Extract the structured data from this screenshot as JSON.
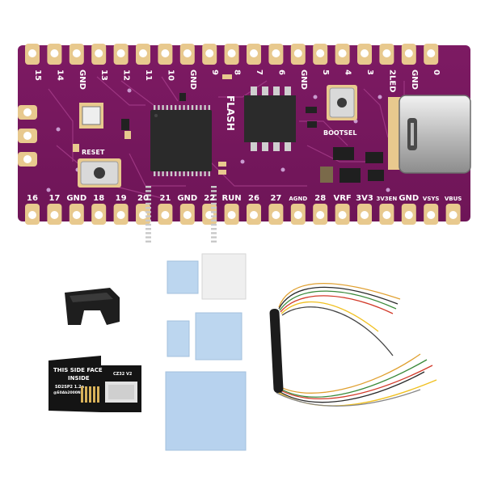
{
  "board": {
    "top_pins": [
      "15",
      "14",
      "GND",
      "13",
      "12",
      "11",
      "10",
      "GND",
      "9",
      "8",
      "7",
      "6",
      "GND",
      "5",
      "4",
      "3",
      "2LED",
      "GND",
      "0"
    ],
    "bottom_pins": [
      "16",
      "17",
      "GND",
      "18",
      "19",
      "20",
      "21",
      "GND",
      "22",
      "RUN",
      "26",
      "27",
      "AGND",
      "28",
      "VRF",
      "3V3",
      "3V3EN",
      "GND",
      "VSYS",
      "VBUS"
    ],
    "labels": {
      "flash": "FLASH",
      "reset": "RESET",
      "bootsel": "BOOTSEL"
    },
    "colors": {
      "pcb": "#8a1f6e",
      "pad_gold": "#e8c98e",
      "silkscreen": "#ffffff"
    }
  },
  "adapter_card": {
    "line1": "THIS SIDE FACE",
    "line2": "INSIDE",
    "model": "SD2SP2 1.2a",
    "chip": "CZ32 V2",
    "serial": "@E0Ab2000N"
  },
  "icons": {
    "usb_c": "usb-c-port-icon",
    "button": "tactile-button-icon"
  }
}
